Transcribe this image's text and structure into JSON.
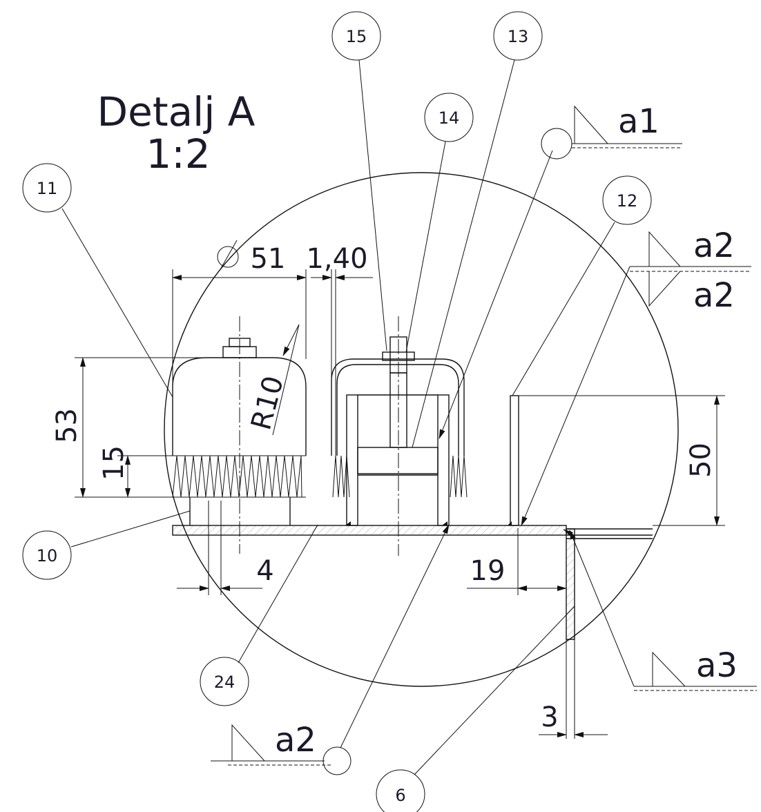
{
  "detail": {
    "title": "Detalj A",
    "scale": "1:2"
  },
  "dimensions": {
    "diameter": "51",
    "thickness": "1,40",
    "height_total": "53",
    "height_spring": "15",
    "radius": "R10",
    "spring_gap": "4",
    "height_plate": "50",
    "offset": "19",
    "wall_thickness": "3"
  },
  "balloons": [
    "15",
    "13",
    "14",
    "11",
    "12",
    "10",
    "24",
    "6"
  ],
  "welds": [
    "a1",
    "a2",
    "a2",
    "a3",
    "a2"
  ],
  "colors": {
    "ink": "#111111",
    "text": "#1a1a2a",
    "hatch": "#333333"
  }
}
